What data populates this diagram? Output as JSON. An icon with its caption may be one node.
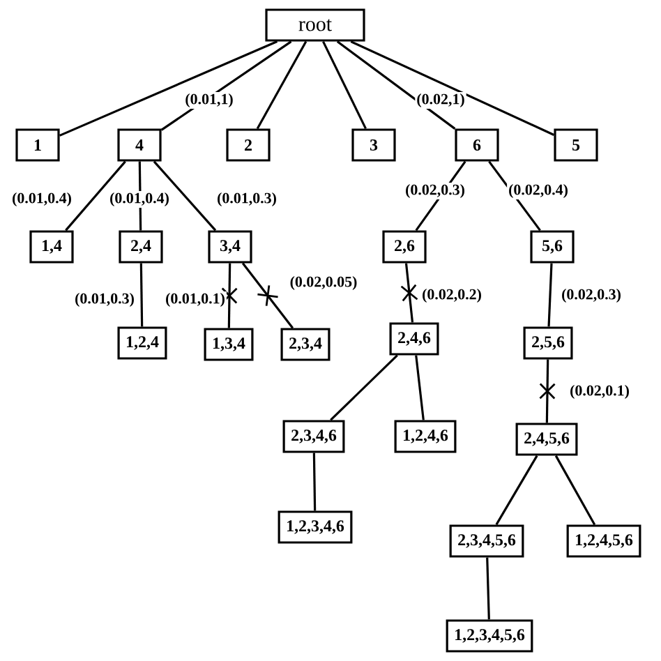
{
  "diagram": {
    "nodes": [
      {
        "text": [
          "root"
        ]
      },
      {
        "text": [
          "1"
        ]
      },
      {
        "text": [
          "4"
        ]
      },
      {
        "text": [
          "2"
        ]
      },
      {
        "text": [
          "3"
        ]
      },
      {
        "text": [
          "6"
        ]
      },
      {
        "text": [
          "5"
        ]
      },
      {
        "text": [
          "1,4"
        ]
      },
      {
        "text": [
          "2,4"
        ]
      },
      {
        "text": [
          "3,4"
        ]
      },
      {
        "text": [
          "1,2,4"
        ]
      },
      {
        "text": [
          "1,3,4"
        ]
      },
      {
        "text": [
          "2,3,4"
        ]
      },
      {
        "text": [
          "2,6"
        ]
      },
      {
        "text": [
          "5,6"
        ]
      },
      {
        "text": [
          "2,4,6"
        ]
      },
      {
        "text": [
          "2,5,6"
        ]
      },
      {
        "text": [
          "2,3,4,6"
        ]
      },
      {
        "text": [
          "1,2,4,6"
        ]
      },
      {
        "text": [
          "2,4,5,6"
        ]
      },
      {
        "text": [
          "1,2,3,4,6"
        ]
      },
      {
        "text": [
          "2,3,4,5,6"
        ]
      },
      {
        "text": [
          "1,2,4,5,6"
        ]
      },
      {
        "text": [
          "1,2,3,4,5,6"
        ]
      }
    ],
    "edges": [
      {
        "from": 0,
        "to": 1,
        "arrow": "none"
      },
      {
        "from": 0,
        "to": 2,
        "arrow": "none",
        "label": "(0.01,1)"
      },
      {
        "from": 0,
        "to": 3,
        "arrow": "none"
      },
      {
        "from": 0,
        "to": 4,
        "arrow": "none"
      },
      {
        "from": 0,
        "to": 5,
        "arrow": "none",
        "label": "(0.02,1)"
      },
      {
        "from": 0,
        "to": 6,
        "arrow": "none"
      },
      {
        "from": 2,
        "to": 7,
        "arrow": "none",
        "label": "(0.01,0.4)"
      },
      {
        "from": 2,
        "to": 8,
        "arrow": "none",
        "label": "(0.01,0.4)"
      },
      {
        "from": 2,
        "to": 9,
        "arrow": "none",
        "label": "(0.01,0.3)"
      },
      {
        "from": 8,
        "to": 10,
        "arrow": "none",
        "label": "(0.01,0.3)"
      },
      {
        "from": 9,
        "to": 11,
        "arrow": "none",
        "label": "(0.01,0.1)"
      },
      {
        "from": 9,
        "to": 12,
        "arrow": "none",
        "label": "(0.02,0.05)"
      },
      {
        "from": 5,
        "to": 13,
        "arrow": "none",
        "label": "(0.02,0.3)"
      },
      {
        "from": 5,
        "to": 14,
        "arrow": "none",
        "label": "(0.02,0.4)"
      },
      {
        "from": 13,
        "to": 15,
        "arrow": "none",
        "label": "(0.02,0.2)"
      },
      {
        "from": 14,
        "to": 16,
        "arrow": "none",
        "label": "(0.02,0.3)"
      },
      {
        "from": 15,
        "to": 17,
        "arrow": "none"
      },
      {
        "from": 15,
        "to": 18,
        "arrow": "none"
      },
      {
        "from": 16,
        "to": 19,
        "arrow": "none",
        "label": "(0.02,0.1)"
      },
      {
        "from": 17,
        "to": 20,
        "arrow": "none"
      },
      {
        "from": 19,
        "to": 21,
        "arrow": "none"
      },
      {
        "from": 19,
        "to": 22,
        "arrow": "none"
      },
      {
        "from": 21,
        "to": 23,
        "arrow": "none"
      }
    ]
  }
}
